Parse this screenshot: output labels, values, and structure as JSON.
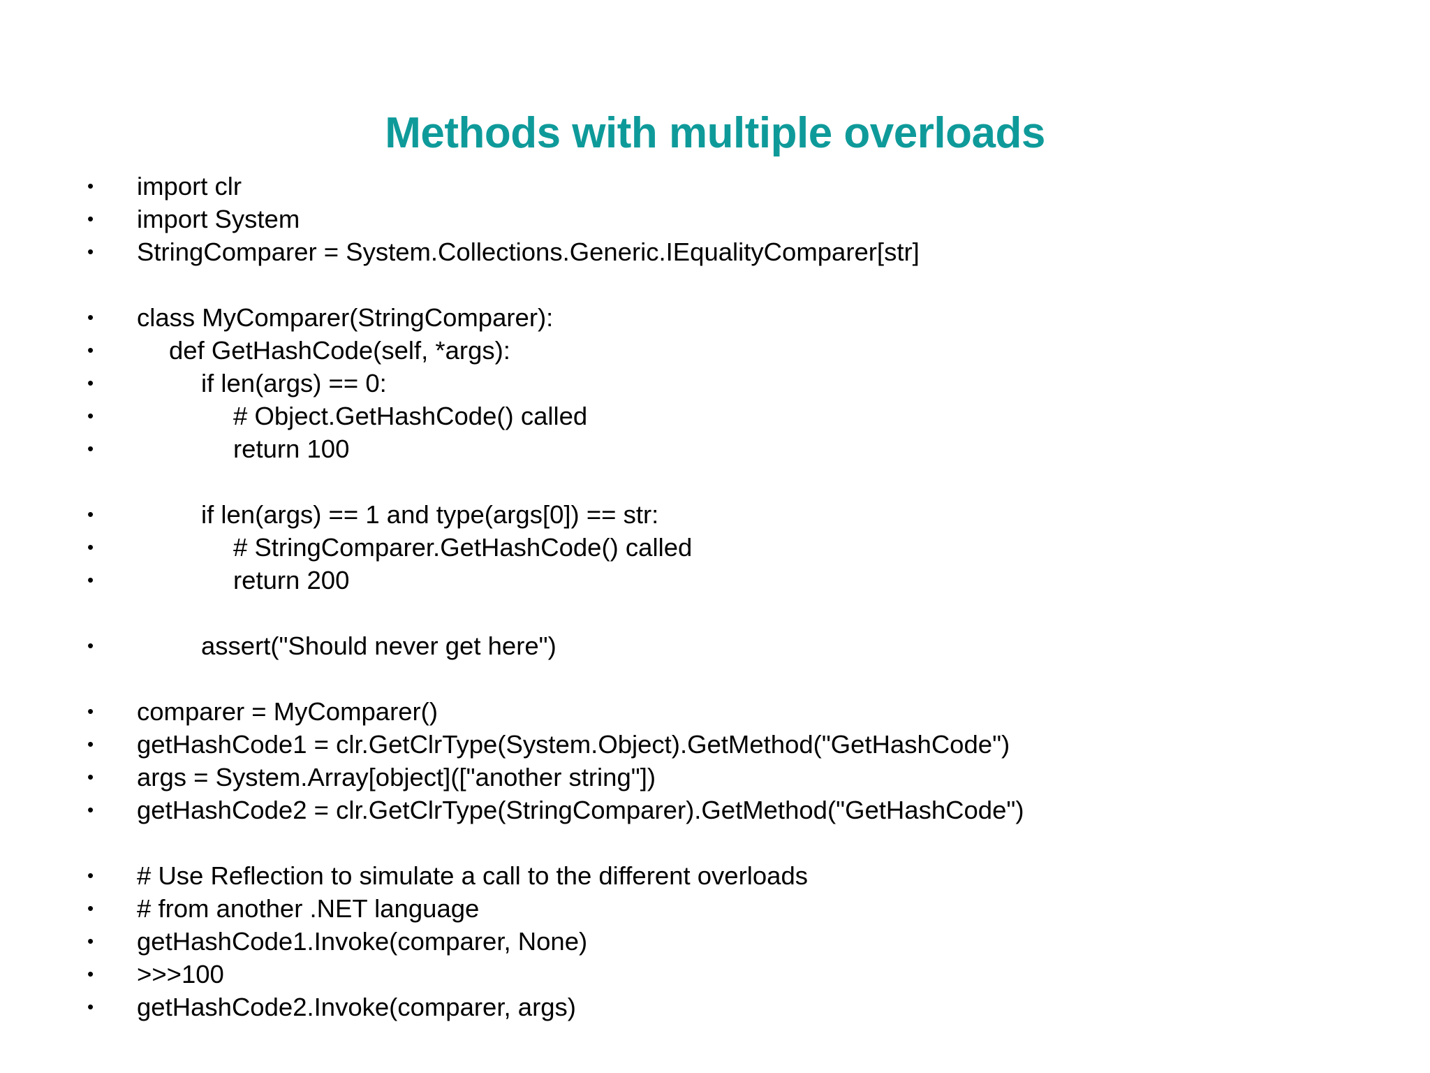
{
  "slide": {
    "title": "Methods with multiple overloads",
    "title_color": "#0f9a9a",
    "background_color": "#ffffff",
    "text_color": "#000000",
    "bullet_glyph": "•"
  },
  "body": {
    "lines": [
      {
        "text": "import clr",
        "indent": 0,
        "bullet": true
      },
      {
        "text": "import System",
        "indent": 0,
        "bullet": true
      },
      {
        "text": "StringComparer = System.Collections.Generic.IEqualityComparer[str]",
        "indent": 0,
        "bullet": true
      },
      {
        "text": "",
        "indent": 0,
        "bullet": false
      },
      {
        "text": "class MyComparer(StringComparer):",
        "indent": 0,
        "bullet": true
      },
      {
        "text": "def GetHashCode(self, *args):",
        "indent": 1,
        "bullet": true
      },
      {
        "text": "if len(args) == 0:",
        "indent": 2,
        "bullet": true
      },
      {
        "text": "# Object.GetHashCode() called",
        "indent": 3,
        "bullet": true
      },
      {
        "text": "return 100",
        "indent": 3,
        "bullet": true
      },
      {
        "text": "",
        "indent": 0,
        "bullet": false
      },
      {
        "text": "if len(args) == 1 and type(args[0]) == str:",
        "indent": 2,
        "bullet": true
      },
      {
        "text": "# StringComparer.GetHashCode() called",
        "indent": 3,
        "bullet": true
      },
      {
        "text": "return 200",
        "indent": 3,
        "bullet": true
      },
      {
        "text": "",
        "indent": 0,
        "bullet": false
      },
      {
        "text": "assert(\"Should never get here\")",
        "indent": 2,
        "bullet": true
      },
      {
        "text": "",
        "indent": 0,
        "bullet": false
      },
      {
        "text": "comparer = MyComparer()",
        "indent": 0,
        "bullet": true
      },
      {
        "text": "getHashCode1 = clr.GetClrType(System.Object).GetMethod(\"GetHashCode\")",
        "indent": 0,
        "bullet": true
      },
      {
        "text": "args = System.Array[object]([\"another string\"])",
        "indent": 0,
        "bullet": true
      },
      {
        "text": "getHashCode2 = clr.GetClrType(StringComparer).GetMethod(\"GetHashCode\")",
        "indent": 0,
        "bullet": true
      },
      {
        "text": "",
        "indent": 0,
        "bullet": false
      },
      {
        "text": "# Use Reflection to simulate a call to the different overloads",
        "indent": 0,
        "bullet": true
      },
      {
        "text": "# from another .NET language",
        "indent": 0,
        "bullet": true
      },
      {
        "text": "getHashCode1.Invoke(comparer, None)",
        "indent": 0,
        "bullet": true
      },
      {
        "text": ">>>100",
        "indent": 0,
        "bullet": true
      },
      {
        "text": "getHashCode2.Invoke(comparer, args)",
        "indent": 0,
        "bullet": true
      }
    ]
  }
}
